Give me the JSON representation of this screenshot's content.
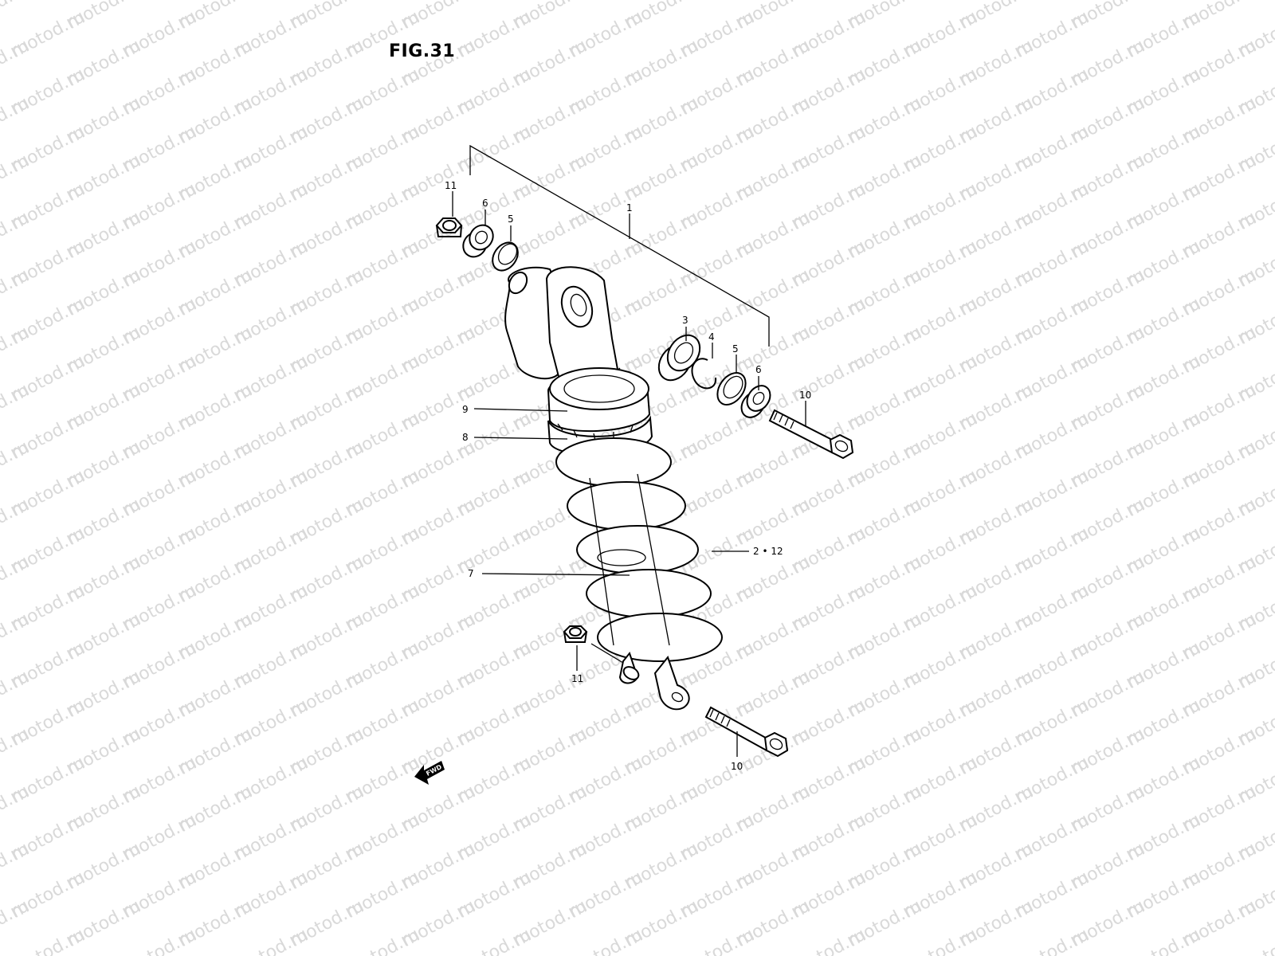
{
  "figure": {
    "title": "FIG.31"
  },
  "watermark": {
    "text": "motod.ru",
    "color": "#d9d9d9"
  },
  "direction": {
    "label": "FWD"
  },
  "callouts": [
    {
      "id": "c1",
      "label": "1"
    },
    {
      "id": "c11a",
      "label": "11"
    },
    {
      "id": "c6a",
      "label": "6"
    },
    {
      "id": "c5a",
      "label": "5"
    },
    {
      "id": "c3",
      "label": "3"
    },
    {
      "id": "c4",
      "label": "4"
    },
    {
      "id": "c5b",
      "label": "5"
    },
    {
      "id": "c6b",
      "label": "6"
    },
    {
      "id": "c10a",
      "label": "10"
    },
    {
      "id": "c9",
      "label": "9"
    },
    {
      "id": "c8",
      "label": "8"
    },
    {
      "id": "c2_12",
      "label": "2 • 12"
    },
    {
      "id": "c7",
      "label": "7"
    },
    {
      "id": "c11b",
      "label": "11"
    },
    {
      "id": "c10b",
      "label": "10"
    }
  ]
}
